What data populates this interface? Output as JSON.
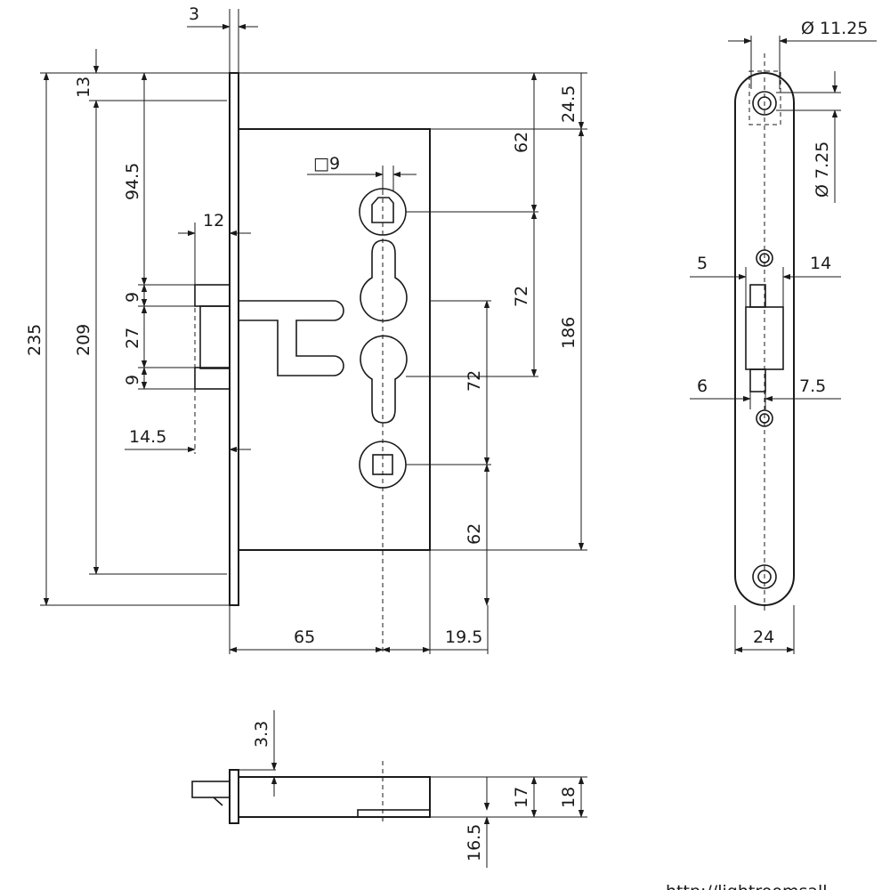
{
  "dimensions": {
    "faceplate_thickness": "3",
    "top_offset": "13",
    "follower_to_top": "94.5",
    "overall_height": "235",
    "faceplate_inner_span": "209",
    "latch_projection": "12",
    "latch_height": "9",
    "bolt_gap": "27",
    "deadbolt_height": "9",
    "deadbolt_projection": "14.5",
    "spindle_square": "□9",
    "top_to_case": "24.5",
    "case_top_to_follower": "62",
    "follower_to_cylinder": "72",
    "case_height": "186",
    "cylinder_to_lower_follower": "72",
    "lower_follower_to_case_bottom": "62",
    "backset": "65",
    "case_offset_right": "19.5",
    "screw_hole_diameter": "Ø 11.25",
    "countersink_diameter": "Ø 7.25",
    "strike_left_offset": "5",
    "strike_right_offset": "14",
    "lower_left_offset": "6",
    "lower_right_offset": "7.5",
    "strike_plate_width": "24",
    "face_offset_bottom": "3.3",
    "case_depth": "17",
    "overall_depth": "18",
    "bottom_depth": "16.5"
  },
  "footer": {
    "url_fragment": "http://lightroomsall..."
  }
}
